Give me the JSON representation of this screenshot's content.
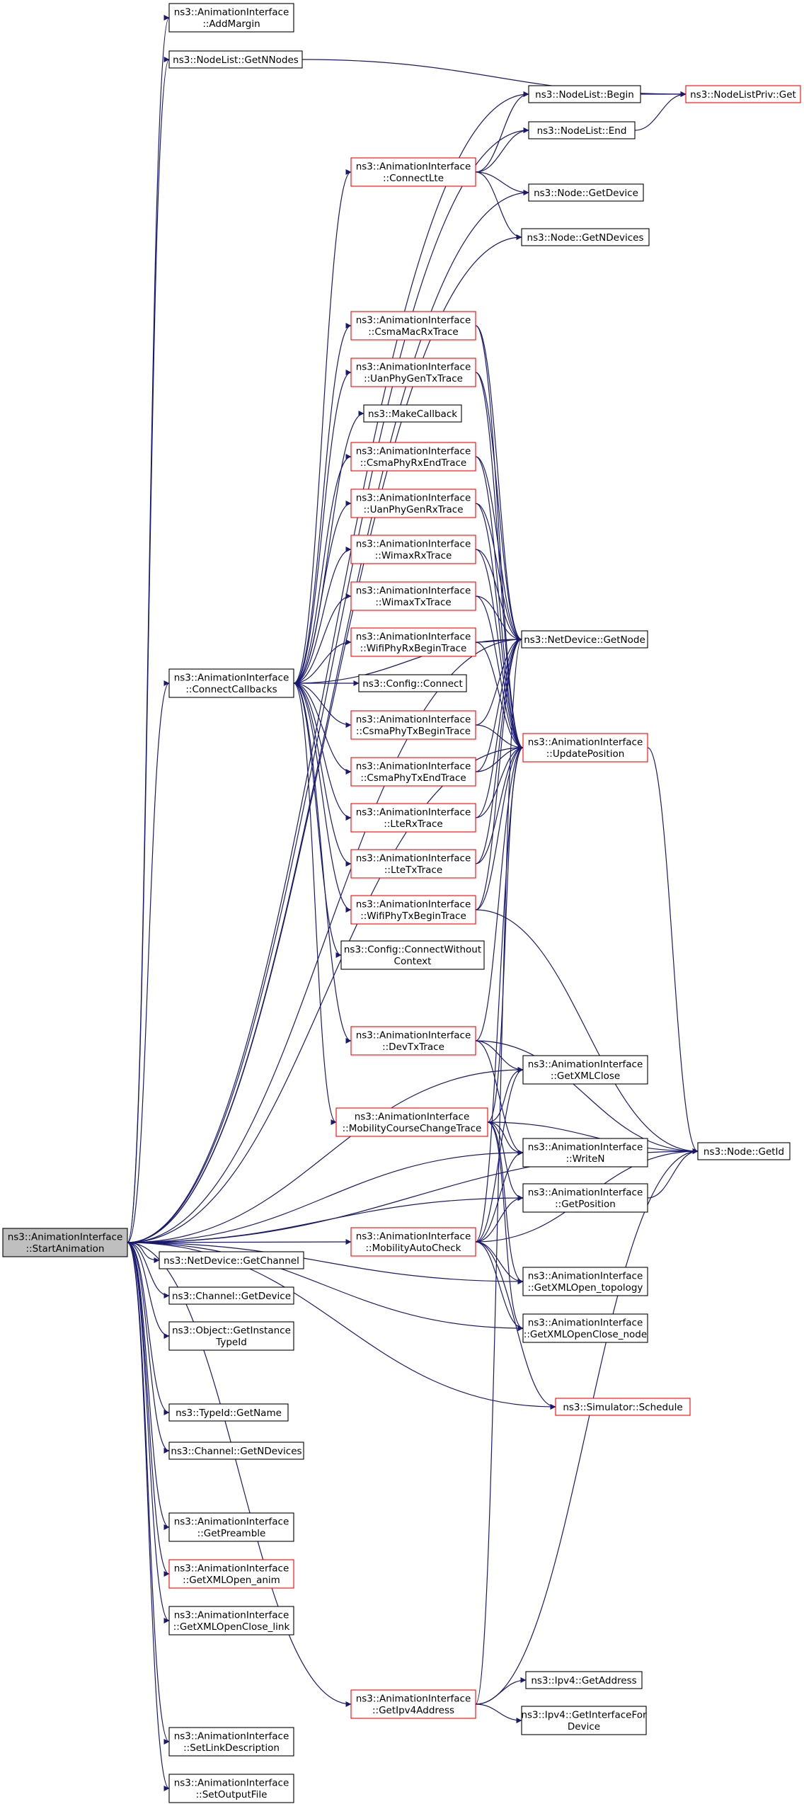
{
  "colors": {
    "edge": "#191970",
    "root_fill": "#bfbfbf",
    "node_fill": "#ffffff",
    "normal_border": "#000000",
    "truncated_border": "#ff0000"
  },
  "root": "StartAnimation",
  "nodes": [
    {
      "id": "StartAnimation",
      "lines": [
        "ns3::AnimationInterface",
        "::StartAnimation"
      ],
      "style": "root"
    },
    {
      "id": "AddMargin",
      "lines": [
        "ns3::AnimationInterface",
        "::AddMargin"
      ],
      "style": "normal"
    },
    {
      "id": "GetNNodes",
      "lines": [
        "ns3::NodeList::GetNNodes"
      ],
      "style": "normal"
    },
    {
      "id": "NodeListPrivGet",
      "lines": [
        "ns3::NodeListPriv::Get"
      ],
      "style": "truncated"
    },
    {
      "id": "Begin",
      "lines": [
        "ns3::NodeList::Begin"
      ],
      "style": "normal"
    },
    {
      "id": "End",
      "lines": [
        "ns3::NodeList::End"
      ],
      "style": "normal"
    },
    {
      "id": "ConnectLte",
      "lines": [
        "ns3::AnimationInterface",
        "::ConnectLte"
      ],
      "style": "truncated"
    },
    {
      "id": "NodeGetDevice",
      "lines": [
        "ns3::Node::GetDevice"
      ],
      "style": "normal"
    },
    {
      "id": "NodeGetNDevices",
      "lines": [
        "ns3::Node::GetNDevices"
      ],
      "style": "normal"
    },
    {
      "id": "CsmaMacRxTrace",
      "lines": [
        "ns3::AnimationInterface",
        "::CsmaMacRxTrace"
      ],
      "style": "truncated"
    },
    {
      "id": "UanPhyGenTxTrace",
      "lines": [
        "ns3::AnimationInterface",
        "::UanPhyGenTxTrace"
      ],
      "style": "truncated"
    },
    {
      "id": "MakeCallback",
      "lines": [
        "ns3::MakeCallback"
      ],
      "style": "normal"
    },
    {
      "id": "CsmaPhyRxEndTrace",
      "lines": [
        "ns3::AnimationInterface",
        "::CsmaPhyRxEndTrace"
      ],
      "style": "truncated"
    },
    {
      "id": "UanPhyGenRxTrace",
      "lines": [
        "ns3::AnimationInterface",
        "::UanPhyGenRxTrace"
      ],
      "style": "truncated"
    },
    {
      "id": "WimaxRxTrace",
      "lines": [
        "ns3::AnimationInterface",
        "::WimaxRxTrace"
      ],
      "style": "truncated"
    },
    {
      "id": "WimaxTxTrace",
      "lines": [
        "ns3::AnimationInterface",
        "::WimaxTxTrace"
      ],
      "style": "truncated"
    },
    {
      "id": "WifiPhyRxBeginTrace",
      "lines": [
        "ns3::AnimationInterface",
        "::WifiPhyRxBeginTrace"
      ],
      "style": "truncated"
    },
    {
      "id": "NetDeviceGetNode",
      "lines": [
        "ns3::NetDevice::GetNode"
      ],
      "style": "normal"
    },
    {
      "id": "ConnectCallbacks",
      "lines": [
        "ns3::AnimationInterface",
        "::ConnectCallbacks"
      ],
      "style": "normal"
    },
    {
      "id": "ConfigConnect",
      "lines": [
        "ns3::Config::Connect"
      ],
      "style": "normal"
    },
    {
      "id": "CsmaPhyTxBeginTrace",
      "lines": [
        "ns3::AnimationInterface",
        "::CsmaPhyTxBeginTrace"
      ],
      "style": "truncated"
    },
    {
      "id": "UpdatePosition",
      "lines": [
        "ns3::AnimationInterface",
        "::UpdatePosition"
      ],
      "style": "truncated"
    },
    {
      "id": "CsmaPhyTxEndTrace",
      "lines": [
        "ns3::AnimationInterface",
        "::CsmaPhyTxEndTrace"
      ],
      "style": "truncated"
    },
    {
      "id": "LteRxTrace",
      "lines": [
        "ns3::AnimationInterface",
        "::LteRxTrace"
      ],
      "style": "truncated"
    },
    {
      "id": "LteTxTrace",
      "lines": [
        "ns3::AnimationInterface",
        "::LteTxTrace"
      ],
      "style": "truncated"
    },
    {
      "id": "WifiPhyTxBeginTrace",
      "lines": [
        "ns3::AnimationInterface",
        "::WifiPhyTxBeginTrace"
      ],
      "style": "truncated"
    },
    {
      "id": "ConnectWithoutContext",
      "lines": [
        "ns3::Config::ConnectWithout",
        "Context"
      ],
      "style": "normal"
    },
    {
      "id": "DevTxTrace",
      "lines": [
        "ns3::AnimationInterface",
        "::DevTxTrace"
      ],
      "style": "truncated"
    },
    {
      "id": "GetXMLClose",
      "lines": [
        "ns3::AnimationInterface",
        "::GetXMLClose"
      ],
      "style": "normal"
    },
    {
      "id": "MobilityCourseChangeTrace",
      "lines": [
        "ns3::AnimationInterface",
        "::MobilityCourseChangeTrace"
      ],
      "style": "truncated"
    },
    {
      "id": "NodeGetId",
      "lines": [
        "ns3::Node::GetId"
      ],
      "style": "normal"
    },
    {
      "id": "WriteN",
      "lines": [
        "ns3::AnimationInterface",
        "::WriteN"
      ],
      "style": "normal"
    },
    {
      "id": "GetPosition",
      "lines": [
        "ns3::AnimationInterface",
        "::GetPosition"
      ],
      "style": "normal"
    },
    {
      "id": "MobilityAutoCheck",
      "lines": [
        "ns3::AnimationInterface",
        "::MobilityAutoCheck"
      ],
      "style": "truncated"
    },
    {
      "id": "NetDeviceGetChannel",
      "lines": [
        "ns3::NetDevice::GetChannel"
      ],
      "style": "normal"
    },
    {
      "id": "GetXMLOpenTopology",
      "lines": [
        "ns3::AnimationInterface",
        "::GetXMLOpen_topology"
      ],
      "style": "normal"
    },
    {
      "id": "ChannelGetDevice",
      "lines": [
        "ns3::Channel::GetDevice"
      ],
      "style": "normal"
    },
    {
      "id": "GetXMLOpenCloseNode",
      "lines": [
        "ns3::AnimationInterface",
        "::GetXMLOpenClose_node"
      ],
      "style": "normal"
    },
    {
      "id": "ObjectGetInstanceTypeId",
      "lines": [
        "ns3::Object::GetInstance",
        "TypeId"
      ],
      "style": "normal"
    },
    {
      "id": "SimulatorSchedule",
      "lines": [
        "ns3::Simulator::Schedule"
      ],
      "style": "truncated"
    },
    {
      "id": "TypeIdGetName",
      "lines": [
        "ns3::TypeId::GetName"
      ],
      "style": "normal"
    },
    {
      "id": "ChannelGetNDevices",
      "lines": [
        "ns3::Channel::GetNDevices"
      ],
      "style": "normal"
    },
    {
      "id": "GetPreamble",
      "lines": [
        "ns3::AnimationInterface",
        "::GetPreamble"
      ],
      "style": "normal"
    },
    {
      "id": "GetXMLOpenAnim",
      "lines": [
        "ns3::AnimationInterface",
        "::GetXMLOpen_anim"
      ],
      "style": "truncated"
    },
    {
      "id": "GetXMLOpenCloseLink",
      "lines": [
        "ns3::AnimationInterface",
        "::GetXMLOpenClose_link"
      ],
      "style": "normal"
    },
    {
      "id": "Ipv4GetAddress",
      "lines": [
        "ns3::Ipv4::GetAddress"
      ],
      "style": "normal"
    },
    {
      "id": "GetIpv4Address",
      "lines": [
        "ns3::AnimationInterface",
        "::GetIpv4Address"
      ],
      "style": "truncated"
    },
    {
      "id": "Ipv4GetInterfaceForDevice",
      "lines": [
        "ns3::Ipv4::GetInterfaceFor",
        "Device"
      ],
      "style": "normal"
    },
    {
      "id": "SetLinkDescription",
      "lines": [
        "ns3::AnimationInterface",
        "::SetLinkDescription"
      ],
      "style": "normal"
    },
    {
      "id": "SetOutputFile",
      "lines": [
        "ns3::AnimationInterface",
        "::SetOutputFile"
      ],
      "style": "normal"
    }
  ],
  "edges": [
    [
      "StartAnimation",
      "AddMargin"
    ],
    [
      "StartAnimation",
      "GetNNodes"
    ],
    [
      "StartAnimation",
      "Begin"
    ],
    [
      "StartAnimation",
      "End"
    ],
    [
      "StartAnimation",
      "NodeGetDevice"
    ],
    [
      "StartAnimation",
      "NodeGetNDevices"
    ],
    [
      "StartAnimation",
      "NetDeviceGetNode"
    ],
    [
      "StartAnimation",
      "ConnectCallbacks"
    ],
    [
      "StartAnimation",
      "UpdatePosition"
    ],
    [
      "StartAnimation",
      "GetXMLClose"
    ],
    [
      "StartAnimation",
      "NodeGetId"
    ],
    [
      "StartAnimation",
      "WriteN"
    ],
    [
      "StartAnimation",
      "GetPosition"
    ],
    [
      "StartAnimation",
      "MobilityAutoCheck"
    ],
    [
      "StartAnimation",
      "NetDeviceGetChannel"
    ],
    [
      "StartAnimation",
      "GetXMLOpenTopology"
    ],
    [
      "StartAnimation",
      "ChannelGetDevice"
    ],
    [
      "StartAnimation",
      "GetXMLOpenCloseNode"
    ],
    [
      "StartAnimation",
      "ObjectGetInstanceTypeId"
    ],
    [
      "StartAnimation",
      "SimulatorSchedule"
    ],
    [
      "StartAnimation",
      "TypeIdGetName"
    ],
    [
      "StartAnimation",
      "ChannelGetNDevices"
    ],
    [
      "StartAnimation",
      "GetPreamble"
    ],
    [
      "StartAnimation",
      "GetXMLOpenAnim"
    ],
    [
      "StartAnimation",
      "GetXMLOpenCloseLink"
    ],
    [
      "StartAnimation",
      "GetIpv4Address"
    ],
    [
      "StartAnimation",
      "SetLinkDescription"
    ],
    [
      "StartAnimation",
      "SetOutputFile"
    ],
    [
      "GetNNodes",
      "NodeListPrivGet"
    ],
    [
      "Begin",
      "NodeListPrivGet"
    ],
    [
      "End",
      "NodeListPrivGet"
    ],
    [
      "ConnectLte",
      "Begin"
    ],
    [
      "ConnectLte",
      "End"
    ],
    [
      "ConnectLte",
      "NodeGetDevice"
    ],
    [
      "ConnectLte",
      "NodeGetNDevices"
    ],
    [
      "ConnectCallbacks",
      "ConnectLte"
    ],
    [
      "ConnectCallbacks",
      "CsmaMacRxTrace"
    ],
    [
      "ConnectCallbacks",
      "UanPhyGenTxTrace"
    ],
    [
      "ConnectCallbacks",
      "MakeCallback"
    ],
    [
      "ConnectCallbacks",
      "CsmaPhyRxEndTrace"
    ],
    [
      "ConnectCallbacks",
      "UanPhyGenRxTrace"
    ],
    [
      "ConnectCallbacks",
      "WimaxRxTrace"
    ],
    [
      "ConnectCallbacks",
      "WimaxTxTrace"
    ],
    [
      "ConnectCallbacks",
      "WifiPhyRxBeginTrace"
    ],
    [
      "ConnectCallbacks",
      "ConfigConnect"
    ],
    [
      "ConnectCallbacks",
      "CsmaPhyTxBeginTrace"
    ],
    [
      "ConnectCallbacks",
      "CsmaPhyTxEndTrace"
    ],
    [
      "ConnectCallbacks",
      "LteRxTrace"
    ],
    [
      "ConnectCallbacks",
      "LteTxTrace"
    ],
    [
      "ConnectCallbacks",
      "WifiPhyTxBeginTrace"
    ],
    [
      "ConnectCallbacks",
      "ConnectWithoutContext"
    ],
    [
      "ConnectCallbacks",
      "DevTxTrace"
    ],
    [
      "ConnectCallbacks",
      "MobilityCourseChangeTrace"
    ],
    [
      "ConnectCallbacks",
      "NetDeviceGetNode"
    ],
    [
      "CsmaMacRxTrace",
      "NetDeviceGetNode"
    ],
    [
      "CsmaMacRxTrace",
      "UpdatePosition"
    ],
    [
      "UanPhyGenTxTrace",
      "NetDeviceGetNode"
    ],
    [
      "UanPhyGenTxTrace",
      "UpdatePosition"
    ],
    [
      "CsmaPhyRxEndTrace",
      "NetDeviceGetNode"
    ],
    [
      "CsmaPhyRxEndTrace",
      "UpdatePosition"
    ],
    [
      "UanPhyGenRxTrace",
      "NetDeviceGetNode"
    ],
    [
      "UanPhyGenRxTrace",
      "UpdatePosition"
    ],
    [
      "WimaxRxTrace",
      "NetDeviceGetNode"
    ],
    [
      "WimaxRxTrace",
      "UpdatePosition"
    ],
    [
      "WimaxTxTrace",
      "NetDeviceGetNode"
    ],
    [
      "WimaxTxTrace",
      "UpdatePosition"
    ],
    [
      "WifiPhyRxBeginTrace",
      "NetDeviceGetNode"
    ],
    [
      "WifiPhyRxBeginTrace",
      "UpdatePosition"
    ],
    [
      "CsmaPhyTxBeginTrace",
      "NetDeviceGetNode"
    ],
    [
      "CsmaPhyTxBeginTrace",
      "UpdatePosition"
    ],
    [
      "CsmaPhyTxEndTrace",
      "NetDeviceGetNode"
    ],
    [
      "CsmaPhyTxEndTrace",
      "UpdatePosition"
    ],
    [
      "LteRxTrace",
      "NetDeviceGetNode"
    ],
    [
      "LteRxTrace",
      "UpdatePosition"
    ],
    [
      "LteTxTrace",
      "NetDeviceGetNode"
    ],
    [
      "LteTxTrace",
      "UpdatePosition"
    ],
    [
      "WifiPhyTxBeginTrace",
      "NetDeviceGetNode"
    ],
    [
      "WifiPhyTxBeginTrace",
      "UpdatePosition"
    ],
    [
      "WifiPhyTxBeginTrace",
      "NodeGetId"
    ],
    [
      "DevTxTrace",
      "UpdatePosition"
    ],
    [
      "DevTxTrace",
      "GetXMLClose"
    ],
    [
      "DevTxTrace",
      "NodeGetId"
    ],
    [
      "DevTxTrace",
      "WriteN"
    ],
    [
      "MobilityCourseChangeTrace",
      "UpdatePosition"
    ],
    [
      "MobilityCourseChangeTrace",
      "GetXMLClose"
    ],
    [
      "MobilityCourseChangeTrace",
      "NodeGetId"
    ],
    [
      "MobilityCourseChangeTrace",
      "WriteN"
    ],
    [
      "MobilityCourseChangeTrace",
      "GetPosition"
    ],
    [
      "MobilityCourseChangeTrace",
      "GetXMLOpenTopology"
    ],
    [
      "MobilityCourseChangeTrace",
      "GetXMLOpenCloseNode"
    ],
    [
      "MobilityAutoCheck",
      "UpdatePosition"
    ],
    [
      "MobilityAutoCheck",
      "GetXMLClose"
    ],
    [
      "MobilityAutoCheck",
      "NodeGetId"
    ],
    [
      "MobilityAutoCheck",
      "WriteN"
    ],
    [
      "MobilityAutoCheck",
      "GetPosition"
    ],
    [
      "MobilityAutoCheck",
      "GetXMLOpenTopology"
    ],
    [
      "MobilityAutoCheck",
      "GetXMLOpenCloseNode"
    ],
    [
      "MobilityAutoCheck",
      "SimulatorSchedule"
    ],
    [
      "UpdatePosition",
      "NodeGetId"
    ],
    [
      "GetPosition",
      "NodeGetId"
    ],
    [
      "GetIpv4Address",
      "Ipv4GetAddress"
    ],
    [
      "GetIpv4Address",
      "Ipv4GetInterfaceForDevice"
    ],
    [
      "GetIpv4Address",
      "NetDeviceGetNode"
    ],
    [
      "GetIpv4Address",
      "NodeGetId"
    ]
  ]
}
